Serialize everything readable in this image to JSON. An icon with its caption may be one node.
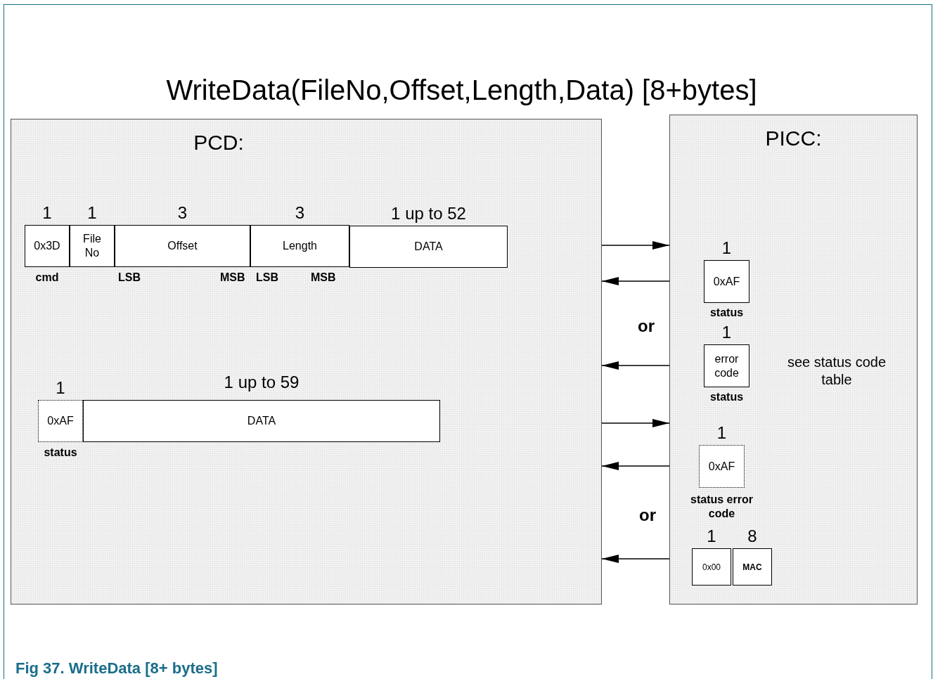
{
  "diagram": {
    "title": "WriteData(FileNo,Offset,Length,Data) [8+bytes]",
    "caption": "Fig 37. WriteData [8+ bytes]",
    "nodes": [
      {
        "text": [
          "PCD:"
        ]
      },
      {
        "text": [
          "PICC:"
        ]
      },
      {
        "text": [
          "0x3D"
        ],
        "in": 0,
        "beside": [
          "1",
          "cmd"
        ]
      },
      {
        "text": [
          "File No"
        ],
        "in": 0,
        "beside": [
          "1"
        ]
      },
      {
        "text": [
          "Offset"
        ],
        "in": 0,
        "beside": [
          "3",
          "LSB",
          "MSB"
        ]
      },
      {
        "text": [
          "Length"
        ],
        "in": 0,
        "beside": [
          "3",
          "LSB",
          "MSB"
        ]
      },
      {
        "text": [
          "DATA"
        ],
        "in": 0,
        "beside": [
          "1 up to 52"
        ]
      },
      {
        "text": [
          "0xAF"
        ],
        "in": 0,
        "beside": [
          "1",
          "status"
        ]
      },
      {
        "text": [
          "DATA"
        ],
        "in": 0,
        "beside": [
          "1 up to 59"
        ]
      },
      {
        "text": [
          "0xAF"
        ],
        "in": 1,
        "beside": [
          "1",
          "status"
        ]
      },
      {
        "text": [
          "error code"
        ],
        "in": 1,
        "beside": [
          "1",
          "status"
        ]
      },
      {
        "text": [
          "0xAF"
        ],
        "in": 1,
        "beside": [
          "1",
          "status error code"
        ]
      },
      {
        "text": [
          "0x00"
        ],
        "in": 1,
        "beside": [
          "1"
        ]
      },
      {
        "text": [
          "MAC"
        ],
        "in": 1,
        "beside": [
          "8"
        ]
      }
    ],
    "edges": [
      {
        "from": 0,
        "to": 1,
        "arrow": "to"
      },
      {
        "from": 1,
        "to": 0,
        "arrow": "to"
      },
      {
        "from": 1,
        "to": 0,
        "arrow": "to"
      },
      {
        "from": 0,
        "to": 1,
        "arrow": "to"
      },
      {
        "from": 1,
        "to": 0,
        "arrow": "to"
      },
      {
        "from": 1,
        "to": 0,
        "arrow": "to"
      }
    ],
    "labels": [
      "or",
      "see status code table",
      "or"
    ]
  }
}
